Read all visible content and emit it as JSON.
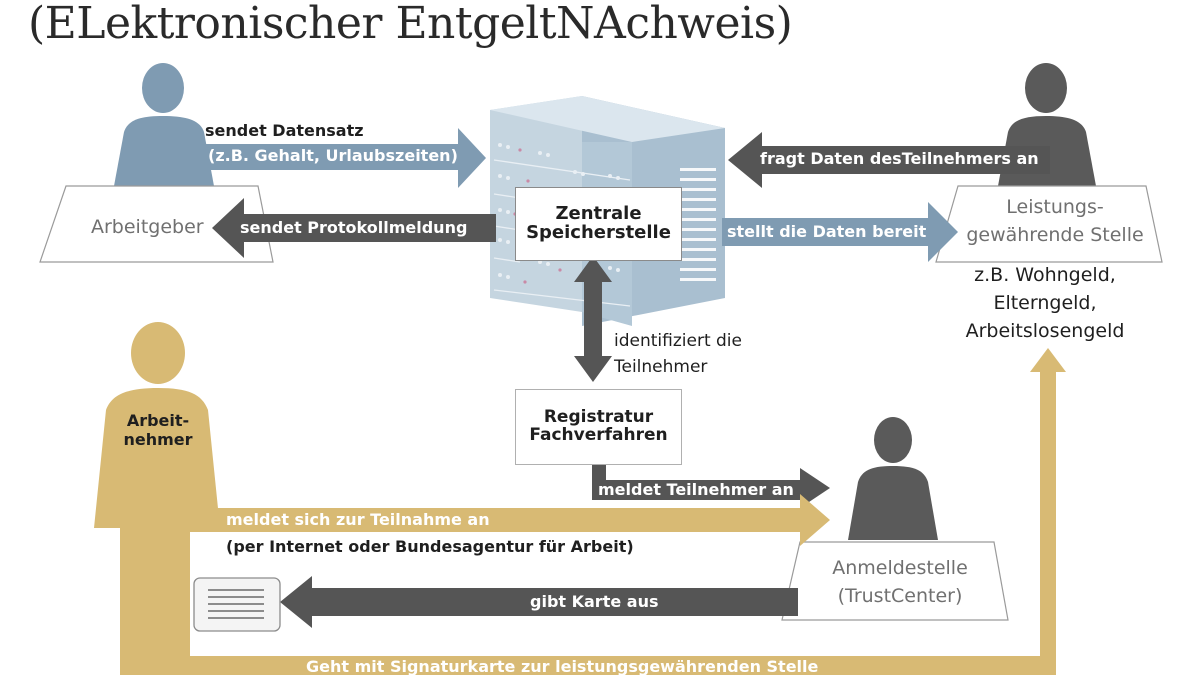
{
  "title": "(ELektronischer EntgeltNAchweis)",
  "colors": {
    "employer_blue": "#7f9bb2",
    "dark_grey": "#555555",
    "employee_gold": "#d8ba74",
    "server_light": "#b7ccd9",
    "server_side": "#9db5c7"
  },
  "icons": {
    "employer": "person-silhouette-icon",
    "benefit_office_person": "person-silhouette-icon",
    "registration_person": "person-silhouette-icon",
    "employee": "person-silhouette-icon",
    "server": "server-tower-icon",
    "card": "signature-card-icon"
  },
  "nodes": {
    "employer": "Arbeitgeber",
    "server_line1": "Zentrale",
    "server_line2": "Speicherstelle",
    "benefit_line1": "Leistungs-",
    "benefit_line2": "gewährende Stelle",
    "benefit_example1": "z.B. Wohngeld,",
    "benefit_example2": "Elterngeld,",
    "benefit_example3": "Arbeitslosengeld",
    "registry_line1": "Registratur",
    "registry_line2": "Fachverfahren",
    "employee_line1": "Arbeit-",
    "employee_line2": "nehmer",
    "registration_line1": "Anmeldestelle",
    "registration_line2": "(TrustCenter)"
  },
  "edges": {
    "send_dataset_line1": "sendet Datensatz",
    "send_dataset_line2": "(z.B. Gehalt, Urlaubszeiten)",
    "send_protocol": "sendet Protokollmeldung",
    "query_data": "fragt Daten desTeilnehmers an",
    "provide_data": "stellt die Daten bereit",
    "identify_line1": "identifiziert die",
    "identify_line2": "Teilnehmer",
    "report_participant": "meldet Teilnehmer an",
    "register_line1": "meldet sich zur Teilnahme an",
    "register_line2": "(per Internet oder Bundesagentur für Arbeit)",
    "issue_card": "gibt Karte aus",
    "go_with_card": "Geht mit Signaturkarte zur leistungsgewährenden Stelle"
  }
}
